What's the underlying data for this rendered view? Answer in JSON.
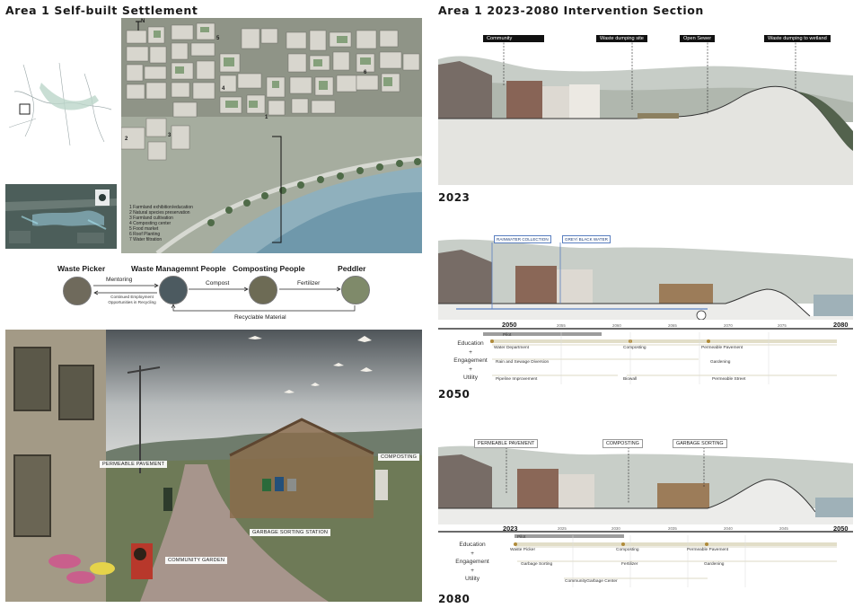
{
  "left": {
    "title": "Area 1 Self-built Settlement",
    "legend": [
      "1 Farmland exhibition/education",
      "2 Natural species preservation",
      "3 Farmland cultivation",
      "4 Composting center",
      "5 Food market",
      "6 Roof Planting",
      "7 Water filtration"
    ],
    "north": "N",
    "plan_numbers": [
      "1",
      "2",
      "3",
      "4",
      "5",
      "6"
    ],
    "flow": {
      "roles": [
        "Waste Picker",
        "Waste Managemnt People",
        "Composting People",
        "Peddler"
      ],
      "edges": {
        "mentoring": "Mentoring",
        "employment": "Continued Employment Opportunities in Recycling",
        "compost": "Compost",
        "fertilizer": "Fertilizer",
        "recyclable": "Recyclable Material"
      }
    },
    "scene_labels": {
      "permeable": "PERMEABLE PAVEMENT",
      "composting": "COMPOSTING",
      "garbage": "GARBAGE SORTING STATION",
      "garden": "COMMUNITY GARDEN"
    }
  },
  "right": {
    "title": "Area 1 2023-2080 Intervention Section",
    "sections": [
      {
        "year": "2023",
        "callouts": [
          "Community",
          "Waste dumping site",
          "Open Sewer",
          "Waste dumping to wetland"
        ]
      },
      {
        "year": "2050",
        "callouts": [
          "RAINWATER COLLECTION",
          "GREY/ BLACK WATER"
        ],
        "timeline": {
          "start": "2050",
          "end": "2080",
          "ticks": [
            "2055",
            "2060",
            "2065",
            "2070",
            "2075"
          ],
          "category": [
            "Education",
            "+",
            "Engagement",
            "+",
            "Utility"
          ],
          "items": [
            "Pilot",
            "Water Department",
            "Rain and Sewage Diversion",
            "Pipeline Improvement",
            "Composting",
            "Biowall",
            "Permeable Pavement",
            "Gardening",
            "Permeable Street"
          ]
        }
      },
      {
        "year": "2080",
        "callouts": [
          "PERMEABLE PAVEMENT",
          "COMPOSTING",
          "GARBAGE SORTING"
        ],
        "timeline": {
          "start": "2023",
          "end": "2050",
          "ticks": [
            "2025",
            "2030",
            "2035",
            "2040",
            "2045"
          ],
          "category": [
            "Education",
            "+",
            "Engagement",
            "+",
            "Utility"
          ],
          "items": [
            "Pilot",
            "Waste Picker",
            "Garbage Sorting",
            "CommunityGarbage Center",
            "Composting",
            "Fertilizer",
            "Permeable Pavement",
            "Gardening"
          ]
        }
      }
    ]
  }
}
